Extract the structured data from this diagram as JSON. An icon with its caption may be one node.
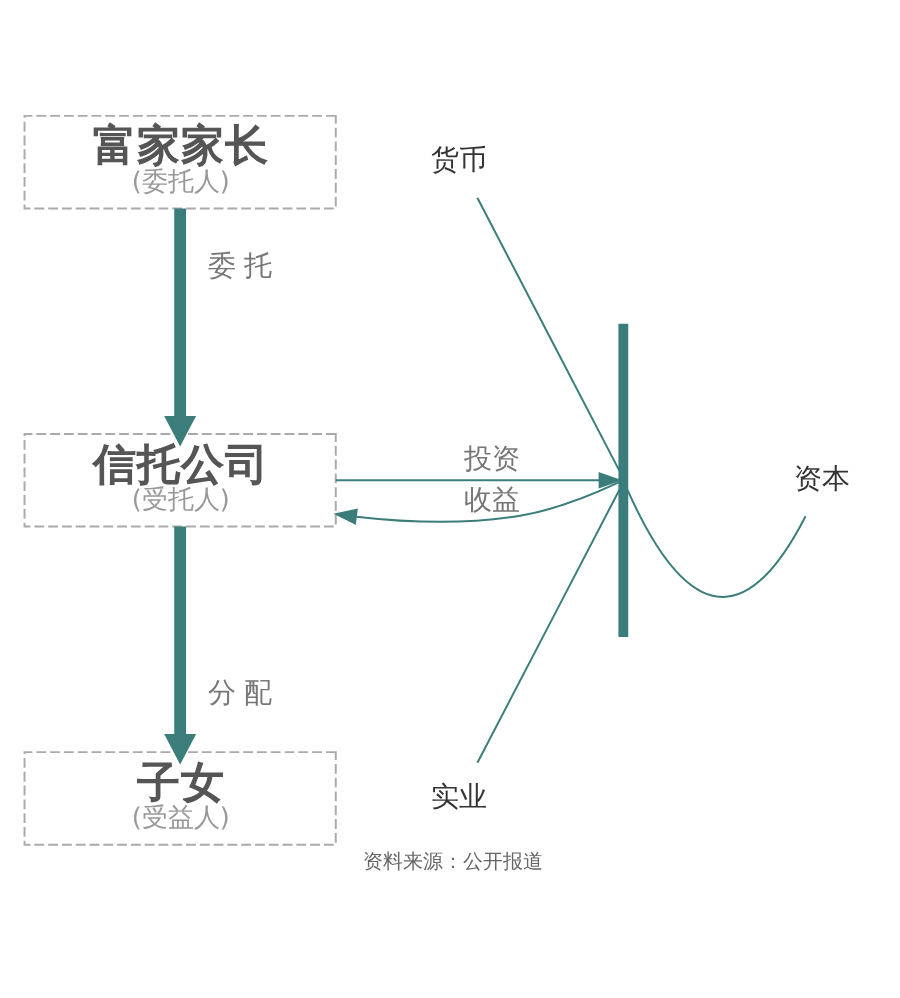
{
  "diagram": {
    "caption": "资料来源：公开报道",
    "nodes": [
      {
        "text": [
          "富家家长",
          "(委托人)"
        ]
      },
      {
        "text": [
          "信托公司",
          "(受托人)"
        ]
      },
      {
        "text": [
          "子女",
          "(受益人)"
        ]
      },
      {
        "text": [],
        "shape": "bar"
      },
      {
        "text": [
          "货币"
        ]
      },
      {
        "text": [
          "资本"
        ]
      },
      {
        "text": [
          "实业"
        ]
      }
    ],
    "edges": [
      {
        "from": 0,
        "to": 1,
        "arrow": "to",
        "label": "委 托",
        "style": "thick"
      },
      {
        "from": 1,
        "to": 2,
        "arrow": "to",
        "label": "分 配",
        "style": "thick"
      },
      {
        "from": 1,
        "to": 3,
        "arrow": "to",
        "label": "投资"
      },
      {
        "from": 3,
        "to": 1,
        "arrow": "to",
        "label": "收益"
      },
      {
        "from": 3,
        "to": 4,
        "arrow": "none"
      },
      {
        "from": 3,
        "to": 5,
        "arrow": "none"
      },
      {
        "from": 3,
        "to": 6,
        "arrow": "none"
      }
    ]
  }
}
